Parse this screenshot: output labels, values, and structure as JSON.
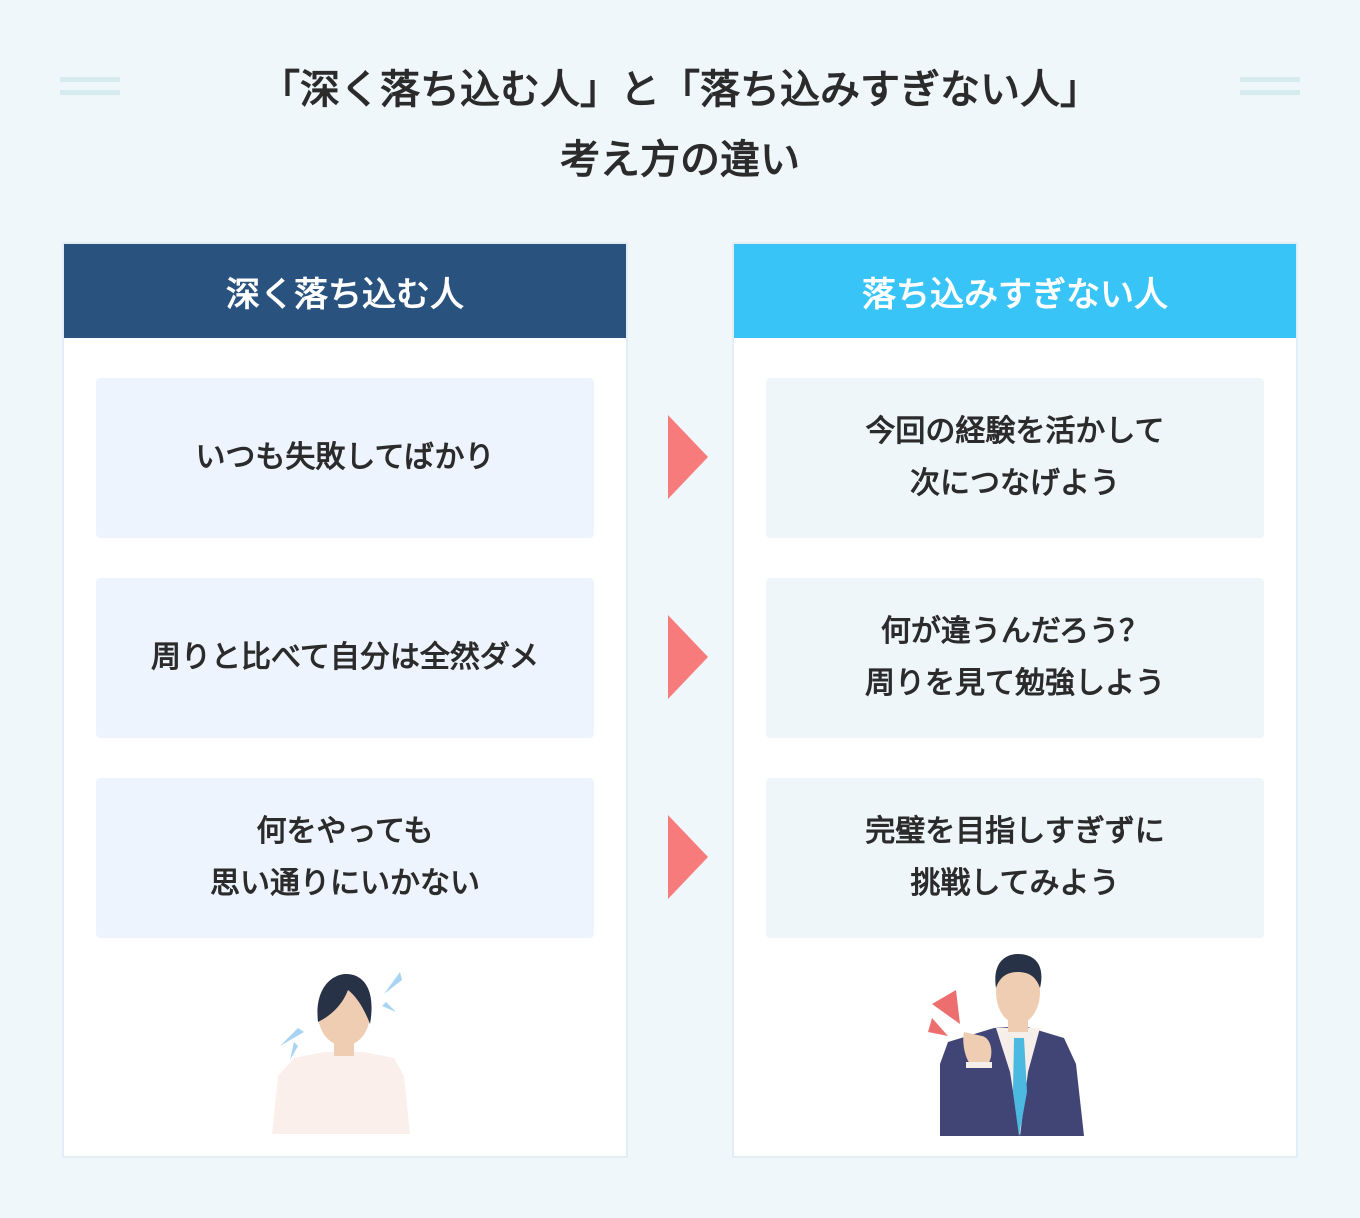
{
  "title": {
    "line1": "「深く落ち込む人」と「落ち込みすぎない人」",
    "line2": "考え方の違い"
  },
  "left_panel": {
    "header": "深く落ち込む人",
    "header_color": "#2a527e",
    "items": [
      {
        "lines": [
          "いつも失敗してばかり"
        ]
      },
      {
        "lines": [
          "周りと比べて自分は全然ダメ"
        ]
      },
      {
        "lines": [
          "何をやっても",
          "思い通りにいかない"
        ]
      }
    ],
    "illustration": "worried-person-icon"
  },
  "right_panel": {
    "header": "落ち込みすぎない人",
    "header_color": "#38c4f6",
    "items": [
      {
        "lines": [
          "今回の経験を活かして",
          "次につなげよう"
        ]
      },
      {
        "lines": [
          "何が違うんだろう？",
          "周りを見て勉強しよう"
        ]
      },
      {
        "lines": [
          "完璧を目指しすぎずに",
          "挑戦してみよう"
        ]
      }
    ],
    "illustration": "confident-businessman-icon"
  },
  "arrow_color": "#f77b7b"
}
